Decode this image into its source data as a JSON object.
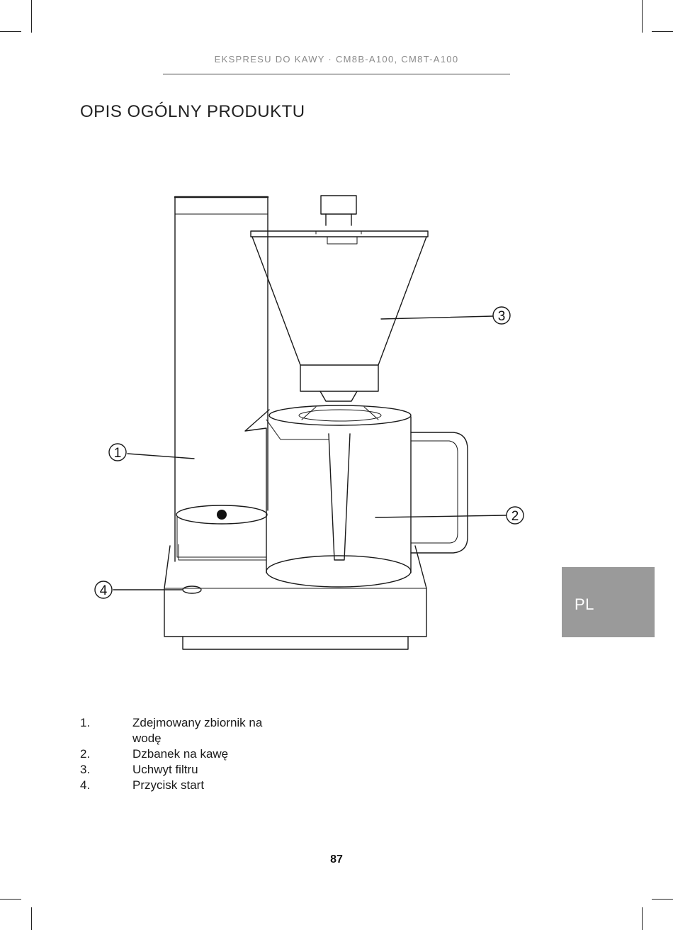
{
  "header": {
    "running_title": "EKSPRESU DO KAWY · CM8B-A100, CM8T-A100"
  },
  "section_title": "OPIS OGÓLNY PRODUKTU",
  "diagram": {
    "callouts": [
      "1",
      "2",
      "3",
      "4"
    ]
  },
  "language_tab": "PL",
  "legend": [
    {
      "number": "1.",
      "text": "Zdejmowany zbiornik na wodę"
    },
    {
      "number": "2.",
      "text": "Dzbanek na kawę"
    },
    {
      "number": "3.",
      "text": "Uchwyt filtru"
    },
    {
      "number": "4.",
      "text": "Przycisk start"
    }
  ],
  "page_number": "87",
  "colors": {
    "tab_background": "#9a9a9a",
    "header_text": "#8a8a8a"
  }
}
